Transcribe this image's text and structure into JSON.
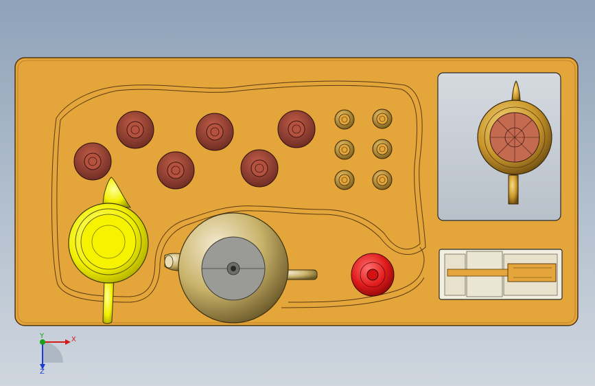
{
  "viewport": {
    "triad": {
      "x_label": "X",
      "y_label": "Y",
      "z_label": "Z"
    }
  },
  "colors": {
    "plate": "#e4a53a",
    "plate_edge": "#5a3a10",
    "cup": "#8e3a2f",
    "cup_inner": "#b5523f",
    "ring": "#c89a3c",
    "yellow_pot": "#f1f000",
    "gold_pot": "#c9b36a",
    "lid_grey": "#9a9a96",
    "red_button": "#e01a1a",
    "inset_panel": "#c4cad2",
    "axis_x": "#d21a1a",
    "axis_y": "#1aa01a",
    "axis_z": "#1a3ad2"
  },
  "model": {
    "name_icon": "tea-set-tray-model",
    "cups": 6,
    "small_rings": 6
  }
}
